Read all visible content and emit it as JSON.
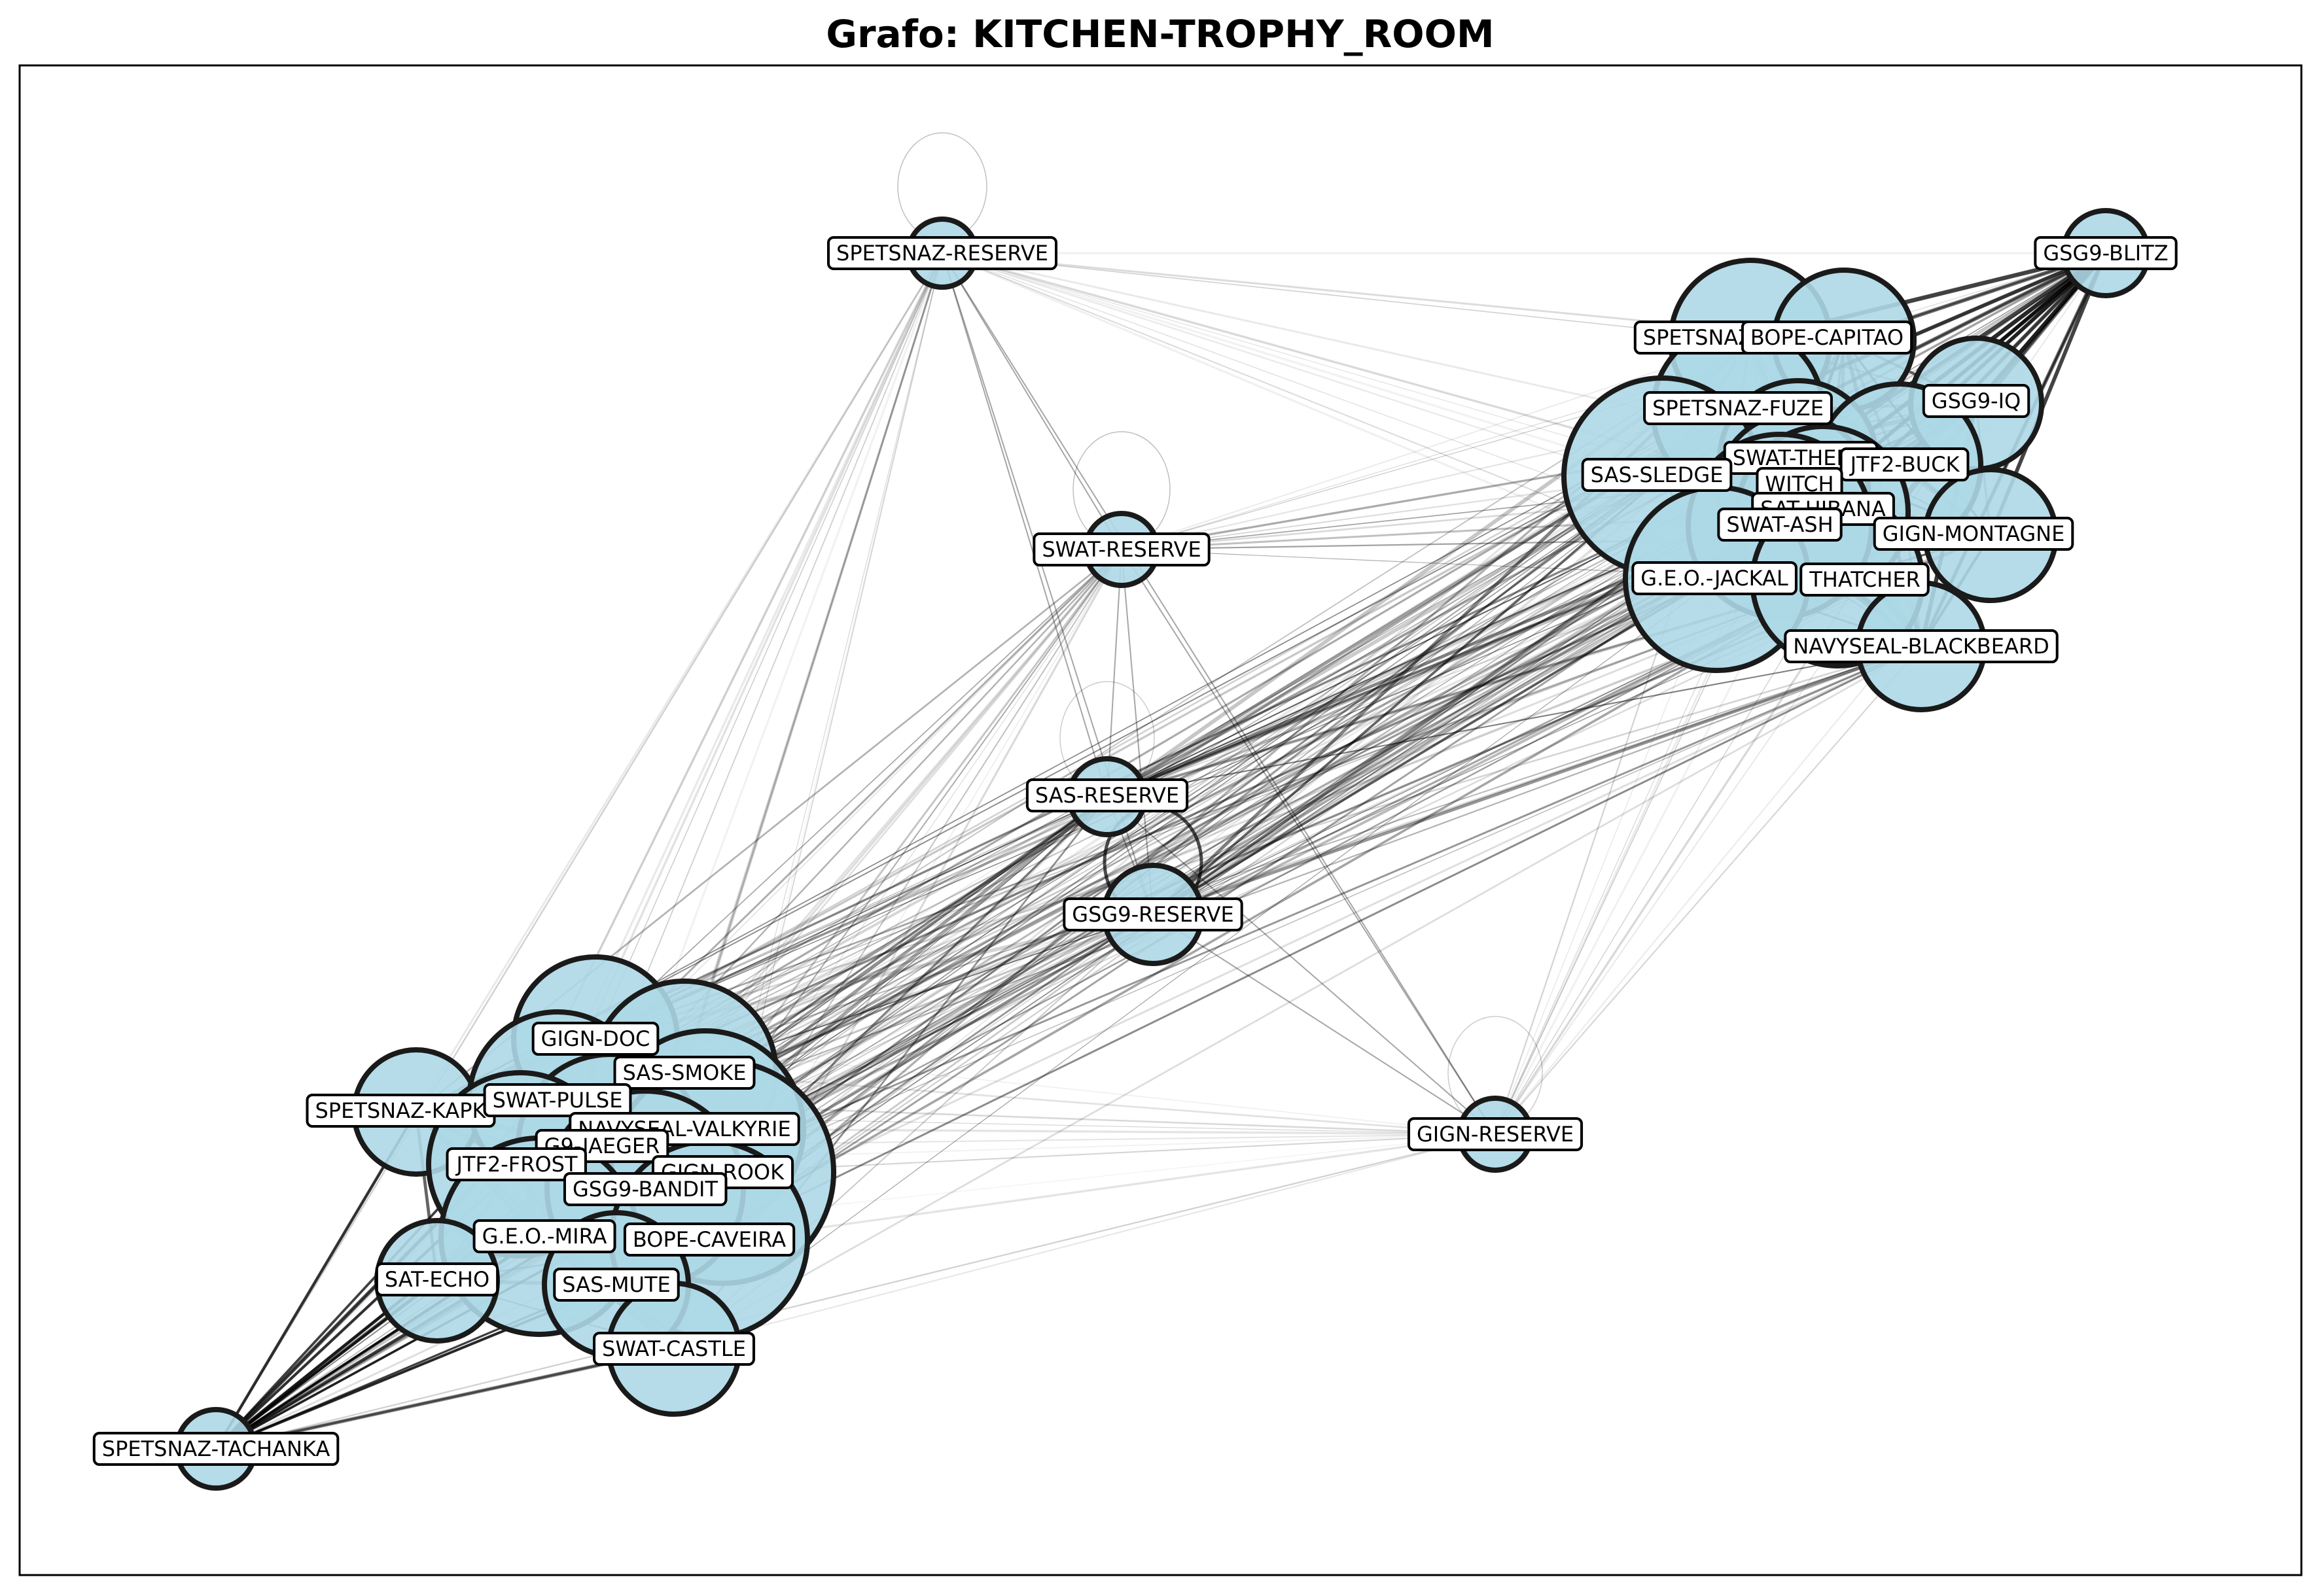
{
  "title": "Grafo: KITCHEN-TROPHY_ROOM",
  "colors": {
    "node_fill": "#add8e6",
    "node_stroke": "#1a1a1a",
    "edge": "#000000",
    "label_box": "#ffffff"
  },
  "nodes": [
    {
      "id": "SPETSNAZ-RESERVE",
      "label": "SPETSNAZ-RESERVE"
    },
    {
      "id": "GSG9-BLITZ",
      "label": "GSG9-BLITZ"
    },
    {
      "id": "SPETSNAZ-GLAZ",
      "label": "SPETSNAZ-"
    },
    {
      "id": "BOPE-CAPITAO",
      "label": "BOPE-CAPITAO"
    },
    {
      "id": "GSG9-IQ",
      "label": "GSG9-IQ"
    },
    {
      "id": "SPETSNAZ-FUZE",
      "label": "SPETSNAZ-FUZE"
    },
    {
      "id": "SWAT-THERMITE",
      "label": "SWAT-THERM"
    },
    {
      "id": "JTF2-BUCK",
      "label": "JTF2-BUCK"
    },
    {
      "id": "SAS-SLEDGE",
      "label": "SAS-SLEDGE"
    },
    {
      "id": "GIGN-TWITCH",
      "label": "WITCH"
    },
    {
      "id": "SAT-HIBANA",
      "label": "SAT-HIBANA"
    },
    {
      "id": "SWAT-ASH",
      "label": "SWAT-ASH"
    },
    {
      "id": "GIGN-MONTAGNE",
      "label": "GIGN-MONTAGNE"
    },
    {
      "id": "G.E.O.-JACKAL",
      "label": "G.E.O.-JACKAL"
    },
    {
      "id": "SAS-THATCHER",
      "label": "THATCHER"
    },
    {
      "id": "NAVYSEAL-BLACKBEARD",
      "label": "NAVYSEAL-BLACKBEARD"
    },
    {
      "id": "SWAT-RESERVE",
      "label": "SWAT-RESERVE"
    },
    {
      "id": "SAS-RESERVE",
      "label": "SAS-RESERVE"
    },
    {
      "id": "GSG9-RESERVE",
      "label": "GSG9-RESERVE"
    },
    {
      "id": "GIGN-RESERVE",
      "label": "GIGN-RESERVE"
    },
    {
      "id": "GIGN-DOC",
      "label": "GIGN-DOC"
    },
    {
      "id": "SAS-SMOKE",
      "label": "SAS-SMOKE"
    },
    {
      "id": "SPETSNAZ-KAPKAN",
      "label": "SPETSNAZ-KAPK"
    },
    {
      "id": "SWAT-PULSE",
      "label": "SWAT-PULSE"
    },
    {
      "id": "NAVYSEAL-VALKYRIE",
      "label": "NAVYSEAL-VALKYRIE"
    },
    {
      "id": "GSG9-JAEGER",
      "label": "G9-JAEGER"
    },
    {
      "id": "JTF2-FROST",
      "label": "JTF2-FROST"
    },
    {
      "id": "GIGN-ROOK",
      "label": "GIGN-ROOK"
    },
    {
      "id": "GSG9-BANDIT",
      "label": "GSG9-BANDIT"
    },
    {
      "id": "G.E.O.-MIRA",
      "label": "G.E.O.-MIRA"
    },
    {
      "id": "BOPE-CAVEIRA",
      "label": "BOPE-CAVEIRA"
    },
    {
      "id": "SAT-ECHO",
      "label": "SAT-ECHO"
    },
    {
      "id": "SAS-MUTE",
      "label": "SAS-MUTE"
    },
    {
      "id": "SWAT-CASTLE",
      "label": "SWAT-CASTLE"
    },
    {
      "id": "SPETSNAZ-TACHANKA",
      "label": "SPETSNAZ-TACHANKA"
    }
  ]
}
